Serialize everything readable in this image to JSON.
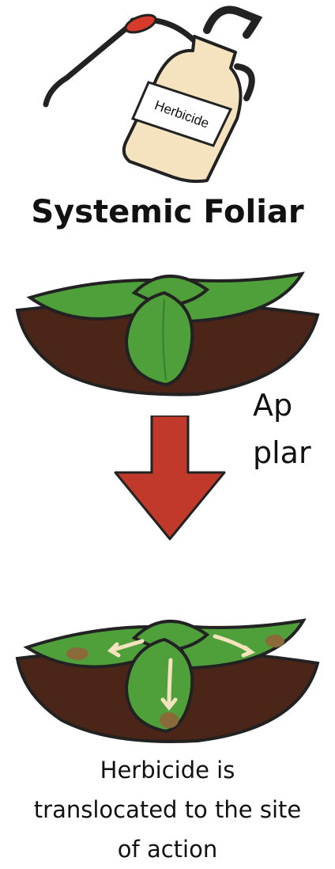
{
  "bottle_label": "Herbicide",
  "title": "Systemic Foliar",
  "side_label": [
    "Ap",
    "plar"
  ],
  "caption": [
    "Herbicide is",
    "translocated to the site",
    "of action"
  ],
  "colors": {
    "leaf": "#4fa03a",
    "leaf_dark": "#3a7d2b",
    "soil": "#4a2518",
    "arrow": "#c0392b",
    "bottle": "#f5e2be",
    "spot": "#8b6a3a"
  }
}
